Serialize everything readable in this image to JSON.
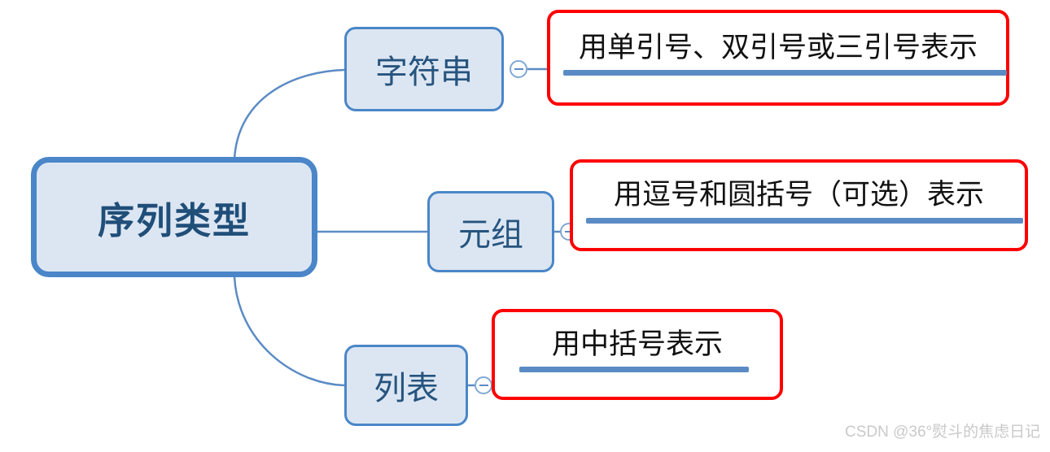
{
  "diagram": {
    "type": "mindmap",
    "root": {
      "label": "序列类型",
      "fill_color": "#dce6f2",
      "border_color": "#4a86c8",
      "text_color": "#1f4e79"
    },
    "branches": [
      {
        "id": "string",
        "label": "字符串",
        "toggle_icon": "minus-circle-icon",
        "annotation": {
          "text": "用单引号、双引号或三引号表示",
          "highlight_color": "#ff0000",
          "underline_color": "#5b8bc4"
        }
      },
      {
        "id": "tuple",
        "label": "元组",
        "toggle_icon": "minus-circle-icon",
        "annotation": {
          "text": "用逗号和圆括号（可选）表示",
          "highlight_color": "#ff0000",
          "underline_color": "#5b8bc4"
        }
      },
      {
        "id": "list",
        "label": "列表",
        "toggle_icon": "minus-circle-icon",
        "annotation": {
          "text": "用中括号表示",
          "highlight_color": "#ff0000",
          "underline_color": "#5b8bc4"
        }
      }
    ]
  },
  "watermark": {
    "text": "CSDN @36°熨斗的焦虑日记",
    "color": "#c9c9c9"
  }
}
